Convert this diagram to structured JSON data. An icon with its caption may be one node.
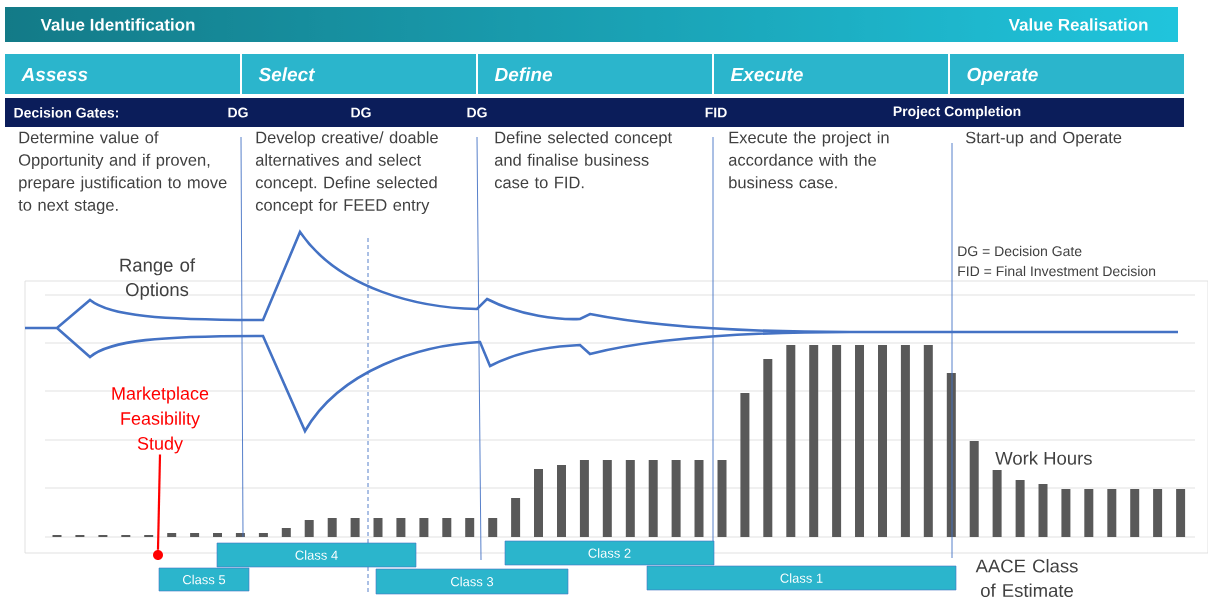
{
  "diagram": {
    "nodes": [
      {
        "text": [
          "Value Identification",
          "Value Realisation"
        ]
      },
      {
        "text": [
          "Assess"
        ]
      },
      {
        "text": [
          "Select"
        ]
      },
      {
        "text": [
          "Define"
        ]
      },
      {
        "text": [
          "Execute"
        ]
      },
      {
        "text": [
          "Operate"
        ]
      },
      {
        "text": [
          "Decision  Gates:",
          "DG",
          "DG",
          "DG",
          "FID",
          "Project Completion"
        ]
      },
      {
        "text": [
          "Marketplace Feasibility Study"
        ]
      },
      {
        "text": [],
        "shape": "circle"
      },
      {
        "text": [
          "Class 5"
        ]
      },
      {
        "text": [
          "Class 4"
        ]
      },
      {
        "text": [
          "Class 3"
        ]
      },
      {
        "text": [
          "Class 2"
        ]
      },
      {
        "text": [
          "Class 1"
        ]
      }
    ],
    "edges": [
      {
        "from": 7,
        "to": 8,
        "arrow": "none",
        "color": "#ff0000"
      }
    ],
    "labels": [
      "Determine value of Opportunity and if proven, prepare justification to move to next stage.",
      "Develop creative/ doable alternatives and select concept. Define selected concept for FEED entry",
      "Define selected concept and finalise business case to FID.",
      "Execute the project in accordance with the business case.",
      "Start-up and Operate",
      "DG = Decision Gate",
      "FID = Final Investment Decision",
      "Range of Options",
      "Work Hours",
      "AACE Class of Estimate"
    ]
  }
}
